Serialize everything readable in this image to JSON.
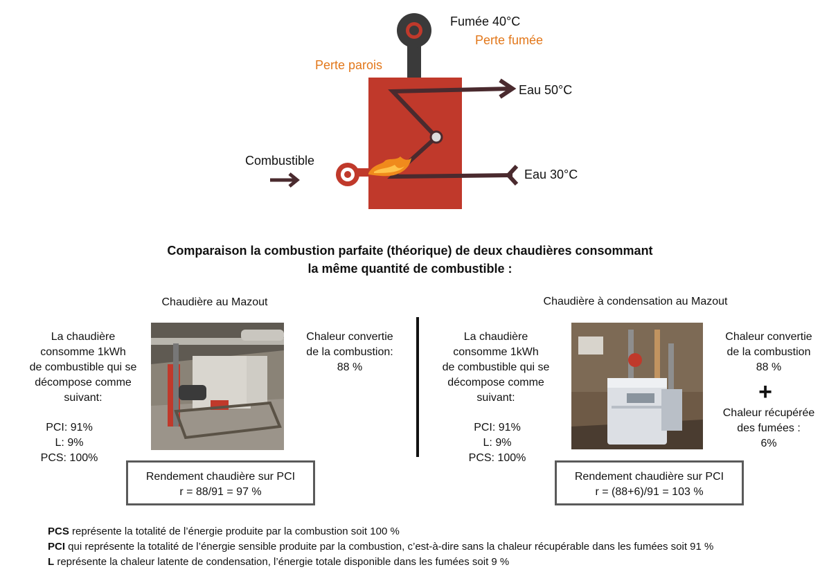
{
  "diagram": {
    "fumee": "Fumée 40°C",
    "perte_fumee": "Perte fumée",
    "perte_parois": "Perte parois",
    "eau_out": "Eau 50°C",
    "eau_in": "Eau 30°C",
    "combustible": "Combustible"
  },
  "title_line1": "Comparaison la combustion parfaite (théorique) de deux chaudières consommant",
  "title_line2": "la même quantité de combustible :",
  "left": {
    "header": "Chaudière au Mazout",
    "desc": [
      "La chaudière",
      "consomme 1kWh",
      "de combustible qui se",
      "décompose comme",
      "suivant:"
    ],
    "values": [
      "PCI: 91%",
      "L: 9%",
      "PCS: 100%"
    ],
    "heat": [
      "Chaleur convertie",
      "de la combustion:",
      "88 %"
    ],
    "box": [
      "Rendement chaudière sur PCI",
      "r = 88/91 = 97 %"
    ]
  },
  "right": {
    "header": "Chaudière à condensation au Mazout",
    "desc": [
      "La chaudière",
      "consomme 1kWh",
      "de combustible qui se",
      "décompose comme",
      "suivant:"
    ],
    "values": [
      "PCI: 91%",
      "L: 9%",
      "PCS: 100%"
    ],
    "heat": [
      "Chaleur convertie",
      "de la combustion",
      "88 %"
    ],
    "plus": "+",
    "recovered": [
      "Chaleur récupérée",
      "des fumées :",
      "6%"
    ],
    "box": [
      "Rendement chaudière sur PCI",
      "r = (88+6)/91 = 103 %"
    ]
  },
  "legend": [
    {
      "term": "PCS",
      "text": " représente la totalité de l’énergie produite par la combustion soit 100 %"
    },
    {
      "term": "PCI",
      "text": " qui représente la totalité de l’énergie sensible produite par la combustion, c’est-à-dire sans la chaleur récupérable dans les fumées soit 91 %"
    },
    {
      "term": "L",
      "text": " représente la chaleur latente de condensation, l’énergie totale disponible dans les fumées soit 9 %"
    }
  ],
  "colors": {
    "boiler": "#c0392b",
    "pipe": "#4a2a2e",
    "accent": "#e2771a",
    "box_border": "#5a5a5a"
  }
}
